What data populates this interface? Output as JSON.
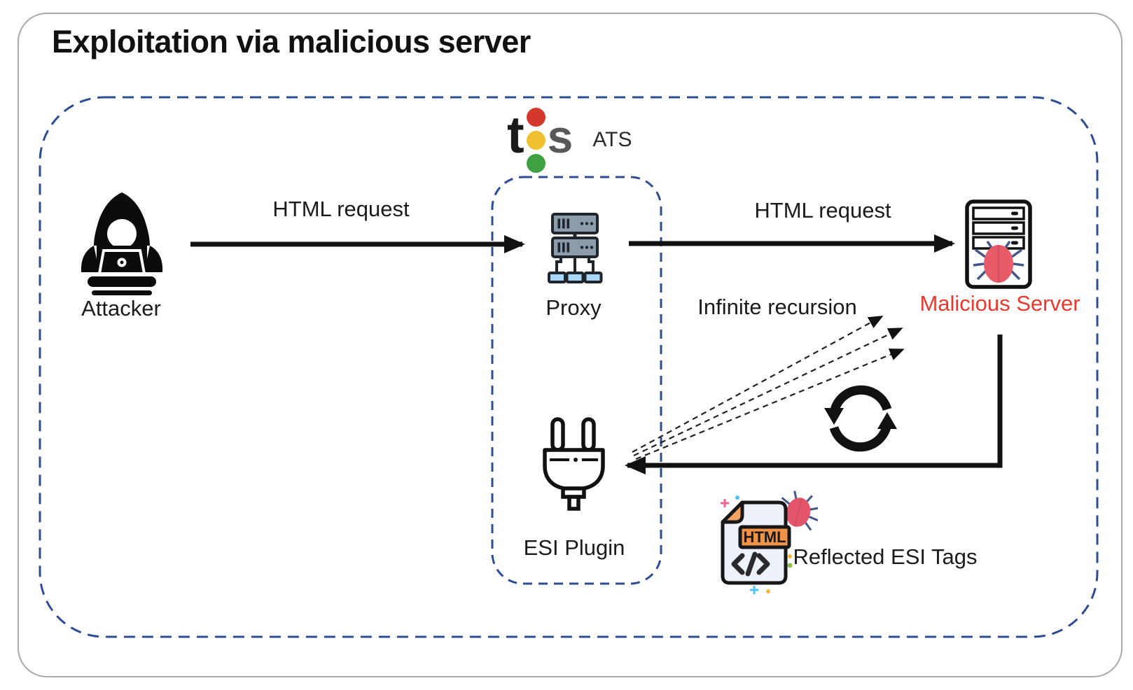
{
  "title": "Exploitation via malicious server",
  "logo": {
    "letter_t": "t",
    "letter_s": "s",
    "caption": "ATS"
  },
  "nodes": {
    "attacker": {
      "label": "Attacker"
    },
    "proxy": {
      "label": "Proxy"
    },
    "esi_plugin": {
      "label": "ESI Plugin"
    },
    "malicious_server": {
      "label": "Malicious Server"
    }
  },
  "edges": {
    "attacker_to_proxy": {
      "label": "HTML request",
      "style": "solid-arrow"
    },
    "proxy_to_malicious": {
      "label": "HTML request",
      "style": "solid-arrow"
    },
    "esi_to_malicious": {
      "label": "Infinite recursion",
      "style": "dashed-arrows"
    },
    "malicious_to_esi": {
      "label": "Reflected ESI Tags",
      "style": "solid-arrow"
    }
  },
  "file_icon": {
    "badge": "HTML"
  },
  "colors": {
    "boundary_dash": "#2e4c93",
    "card_border": "#a9a9a9",
    "malicious_label": "#e8392e",
    "bug_body": "#e85b68",
    "bug_legs": "#44568c",
    "logo_red": "#d4372c",
    "logo_yellow": "#efc02f",
    "logo_green": "#3fa13f",
    "proxy_server_fill": "#8d9cab",
    "proxy_client_fill": "#a9d7f5",
    "file_fill": "#edf1fa",
    "file_fold": "#f2a465",
    "badge_fill": "#ef9346"
  }
}
